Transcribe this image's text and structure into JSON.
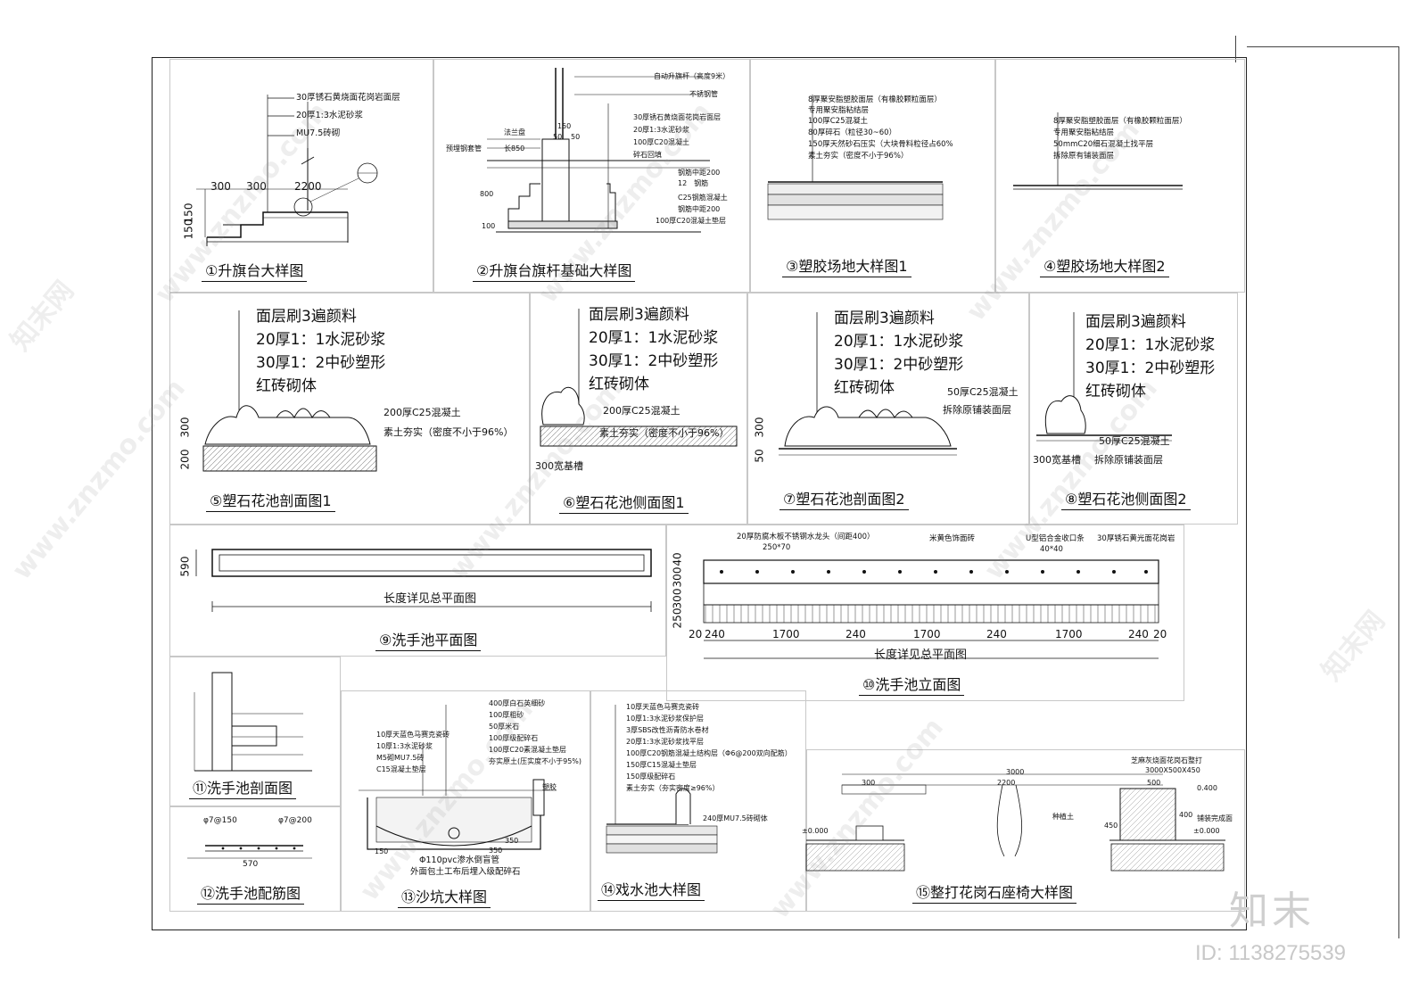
{
  "titles": {
    "p1": "①升旗台大样图",
    "p2": "②升旗台旗杆基础大样图",
    "p3": "③塑胶场地大样图1",
    "p4": "④塑胶场地大样图2",
    "p5": "⑤塑石花池剖面图1",
    "p6": "⑥塑石花池侧面图1",
    "p7": "⑦塑石花池剖面图2",
    "p8": "⑧塑石花池侧面图2",
    "p9": "⑨洗手池平面图",
    "p10": "⑩洗手池立面图",
    "p11": "⑪洗手池剖面图",
    "p12": "⑫洗手池配筋图",
    "p13": "⑬沙坑大样图",
    "p14": "⑭戏水池大样图",
    "p15": "⑮整打花岗石座椅大样图"
  },
  "p1": {
    "notes": [
      "30厚锈石黄烧面花岗岩面层",
      "20厚1:3水泥砂浆",
      "MU7.5砖砌"
    ],
    "dims": [
      "300",
      "300",
      "2200",
      "150",
      "150"
    ]
  },
  "p2": {
    "top_notes": [
      "自动升旗杆（高度9米）",
      "不锈钢管"
    ],
    "left_notes": [
      "法兰盘",
      "预埋钢套管",
      "长850"
    ],
    "right_notes": [
      "30厚锈石黄烧面花岗岩面层",
      "20厚1:3水泥砂浆",
      "100厚C20混凝土",
      "碎石回填",
      "钢筋中距200",
      "12　钢筋",
      "C25钢筋混凝土",
      "钢筋中距200",
      "100厚C20混凝土垫层"
    ],
    "dims": [
      "150",
      "50",
      "50",
      "800",
      "100"
    ]
  },
  "p3": {
    "notes": [
      "8厚聚安脂塑胶面层（有橡胶颗粒面层）",
      "专用聚安脂粘结层",
      "100厚C25混凝土",
      "80厚碎石（粒径30~60）",
      "150厚天然砂石压实（大块骨料粒径占60%",
      "素土夯实（密度不小于96%）"
    ]
  },
  "p4": {
    "notes": [
      "8厚聚安脂塑胶面层（有橡胶颗粒面层）",
      "专用聚安脂粘结层",
      "50mmC20细石混凝土找平层",
      "拆除原有铺装面层"
    ]
  },
  "p5": {
    "layers": [
      "面层刷3遍颜料",
      "20厚1：1水泥砂浆",
      "30厚1：2中砂塑形",
      "红砖砌体"
    ],
    "notes": [
      "200厚C25混凝土",
      "素土夯实（密度不小于96%）"
    ],
    "dims": [
      "300",
      "200"
    ]
  },
  "p6": {
    "layers": [
      "面层刷3遍颜料",
      "20厚1：1水泥砂浆",
      "30厚1：2中砂塑形",
      "红砖砌体"
    ],
    "notes": [
      "200厚C25混凝土",
      "素土夯实（密度不小于96%）",
      "300宽基槽"
    ]
  },
  "p7": {
    "layers": [
      "面层刷3遍颜料",
      "20厚1：1水泥砂浆",
      "30厚1：2中砂塑形",
      "红砖砌体"
    ],
    "notes": [
      "50厚C25混凝土",
      "拆除原铺装面层"
    ],
    "dims": [
      "300",
      "50"
    ]
  },
  "p8": {
    "layers": [
      "面层刷3遍颜料",
      "20厚1：1水泥砂浆",
      "30厚1：2中砂塑形",
      "红砖砌体"
    ],
    "notes": [
      "50厚C25混凝土",
      "300宽基槽",
      "拆除原铺装面层"
    ]
  },
  "p9": {
    "dim": "590",
    "length_note": "长度详见总平面图"
  },
  "p10": {
    "notes": [
      "20厚防腐木板不锈钢水龙头（间距400）",
      "250*70",
      "米黄色饰面砖",
      "U型铝合金收口条",
      "40*40",
      "30厚锈石黄光面花岗岩"
    ],
    "vdims": [
      "40",
      "300",
      "300",
      "250"
    ],
    "hdims": [
      "20",
      "240",
      "1700",
      "240",
      "1700",
      "240",
      "1700",
      "240",
      "20"
    ],
    "length_note": "长度详见总平面图"
  },
  "p12": {
    "dims": [
      "φ7@150",
      "φ7@200",
      "570"
    ]
  },
  "p13": {
    "notes_right": [
      "400厚白石英细砂",
      "100厚粗砂",
      "50厚米石",
      "100厚级配碎石",
      "100厚C20素混凝土垫层",
      "夯实原土(压实度不小于95%)"
    ],
    "notes_left": [
      "10厚天蓝色马赛克瓷砖",
      "10厚1:3水泥砂浆",
      "M5砌MU7.5砖",
      "C15混凝土垫层"
    ],
    "bottom_notes": [
      "Φ110pvc渗水倒盲管",
      "外面包土工布后埋入级配碎石"
    ],
    "label_plastic": "塑胶",
    "dims": [
      "150",
      "350",
      "350"
    ]
  },
  "p14": {
    "notes": [
      "10厚天蓝色马赛克瓷砖",
      "10厚1:3水泥砂浆保护层",
      "3厚SBS改性沥青防水卷材",
      "20厚1:3水泥砂浆找平层",
      "100厚C20钢筋混凝土结构层（Φ6@200双向配筋）",
      "150厚C15混凝土垫层",
      "150厚级配碎石",
      "素土夯实（夯实密度≥96%）"
    ],
    "side_note": "240厚MU7.5砖砌体"
  },
  "p15": {
    "dims": [
      "3000",
      "300",
      "2200",
      "500",
      "450",
      "400",
      "±0.000",
      "±0.000",
      "0.400"
    ],
    "notes": [
      "芝麻灰烧面花岗石整打",
      "3000X500X450",
      "种植土",
      "铺装完成面"
    ]
  },
  "watermark": {
    "site": "www.znzmo.com",
    "brand": "知末网",
    "logo": "知末",
    "id": "ID: 1138275539"
  }
}
